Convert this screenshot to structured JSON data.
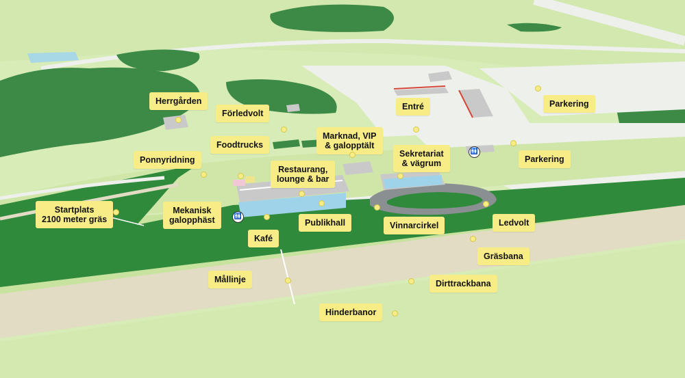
{
  "labels": {
    "herrgarden": "Herrgården",
    "forledvolt": "Förledvolt",
    "entre": "Entré",
    "parkering_1": "Parkering",
    "marknad": "Marknad, VIP\n& galopptält",
    "foodtrucks": "Foodtrucks",
    "ponnyridning": "Ponnyridning",
    "restaurang": "Restaurang,\nlounge & bar",
    "sekretariat": "Sekretariat\n& vägrum",
    "parkering_2": "Parkering",
    "startplats": "Startplats\n2100 meter gräs",
    "mekanisk": "Mekanisk\ngalopphäst",
    "publikhall": "Publikhall",
    "vinnarcirkel": "Vinnarcirkel",
    "ledvolt": "Ledvolt",
    "kafe": "Kafé",
    "grasbana": "Gräsbana",
    "mallinje": "Mållinje",
    "dirttrackbana": "Dirttrackbana",
    "hinderbanor": "Hinderbanor"
  },
  "icons": {
    "restroom_1": "restroom-icon",
    "restroom_2": "restroom-icon",
    "restroom_glyph": "🚻"
  },
  "colors": {
    "label_bg": "#f7ec86",
    "grass_light": "#d7ecb6",
    "grass_mid": "#bfe08f",
    "track_green": "#2f8a3c",
    "forest": "#3c8a45",
    "dirt_track": "#e2dcc4",
    "paved": "#eef0ec"
  }
}
